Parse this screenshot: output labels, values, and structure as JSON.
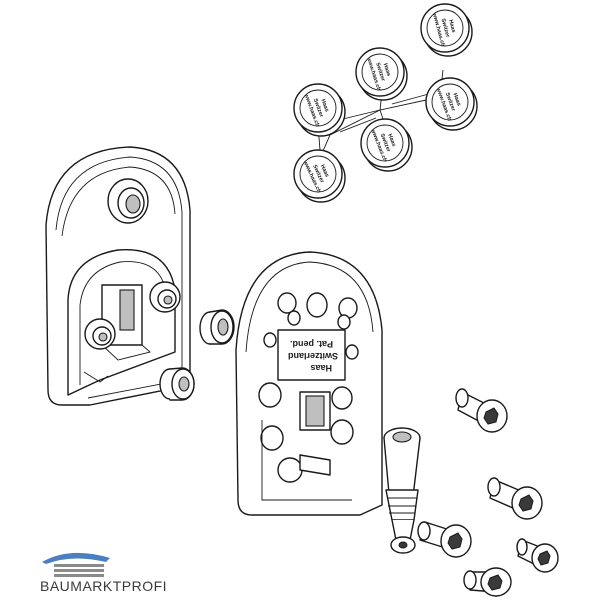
{
  "diagram": {
    "caps": [
      {
        "lines": [
          "Haas",
          "Switzer",
          "www.haas.ch"
        ]
      },
      {
        "lines": [
          "Haas",
          "Switzer",
          "www.haas.ch"
        ]
      },
      {
        "lines": [
          "Haas",
          "Switzer",
          "www.haas.ch"
        ]
      },
      {
        "lines": [
          "Haas",
          "Switzer",
          "www.haas.ch"
        ]
      },
      {
        "lines": [
          "Haas",
          "Switzer",
          "www.haas.ch"
        ]
      },
      {
        "lines": [
          "Haas",
          "Switzer",
          "www.haas.ch"
        ]
      }
    ],
    "plate_label": [
      "Haas",
      "Switzerland",
      "Pat. pend."
    ]
  },
  "logo": {
    "wordmark": "BAUMARKTPROFI",
    "colors": {
      "blue": "#4a7fc1",
      "gray": "#8a8a8a",
      "text": "#3a3a3a"
    }
  }
}
